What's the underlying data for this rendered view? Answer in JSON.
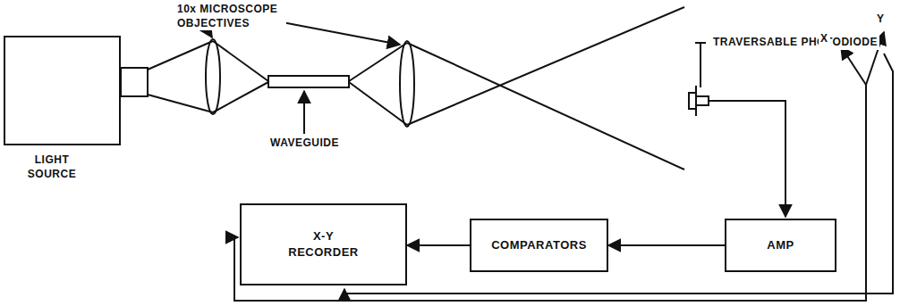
{
  "diagram": {
    "nodes": [
      {
        "text": [
          "LIGHT SOURCE"
        ]
      },
      {
        "text": [
          "AMP"
        ]
      },
      {
        "text": [
          "COMPARATORS"
        ]
      },
      {
        "text": [
          "X-Y RECORDER"
        ]
      }
    ],
    "edges": [
      {
        "from": 1,
        "to": 2,
        "arrow": "to"
      },
      {
        "from": 2,
        "to": 3,
        "arrow": "to"
      }
    ],
    "labels": [
      "10x MICROSCOPE OBJECTIVES",
      "TRAVERSABLE PHOTODIODE",
      "WAVEGUIDE",
      "X",
      "Y"
    ]
  }
}
